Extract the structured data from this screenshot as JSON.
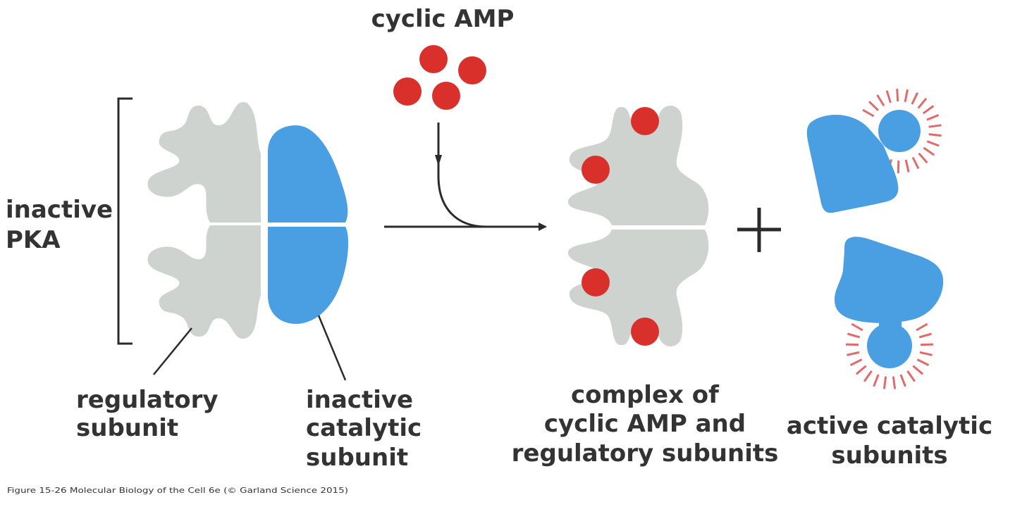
{
  "labels": {
    "cyclic_amp": "cyclic AMP",
    "inactive_pka_line1": "inactive",
    "inactive_pka_line2": "PKA",
    "regulatory_line1": "regulatory",
    "regulatory_line2": "subunit",
    "inactive_cat_line1": "inactive",
    "inactive_cat_line2": "catalytic",
    "inactive_cat_line3": "subunit",
    "complex_line1": "complex of",
    "complex_line2": "cyclic AMP and",
    "complex_line3": "regulatory subunits",
    "active_line1": "active catalytic",
    "active_line2": "subunits",
    "plus": "+"
  },
  "caption": "Figure 15-26 Molecular Biology of the Cell 6e (© Garland Science 2015)",
  "colors": {
    "regulatory": "#cfd3d0",
    "catalytic": "#4a9fe3",
    "camp": "#d9302c",
    "activity_rays": "#e36a6a",
    "lines": "#2b2b2b",
    "text": "#333333"
  }
}
